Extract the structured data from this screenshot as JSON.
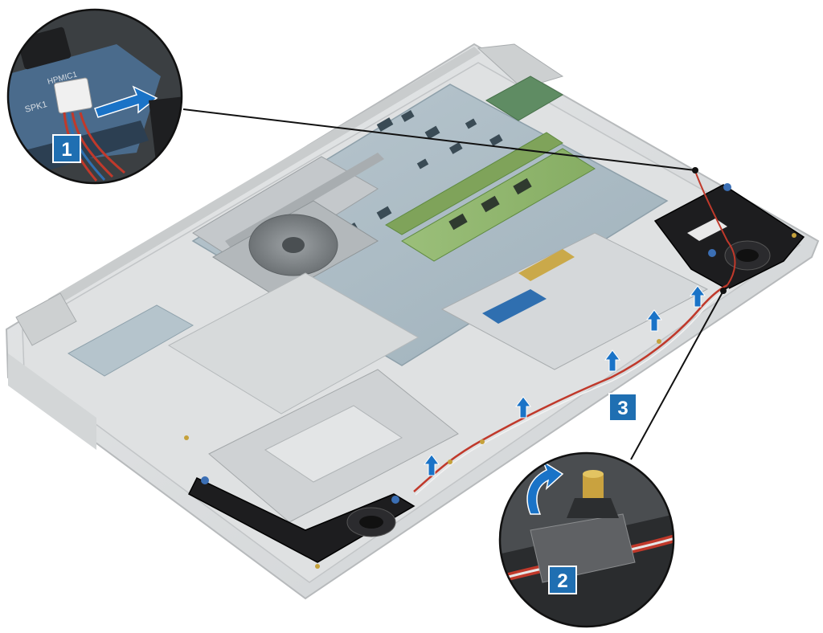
{
  "figure": {
    "description_free": true,
    "background": "#ffffff"
  },
  "steps": [
    {
      "number": "1"
    },
    {
      "number": "2"
    },
    {
      "number": "3"
    }
  ],
  "board_labels": {
    "inset_board_text": "SPK1",
    "inset_board_text_2": "HPMIC1"
  },
  "colors": {
    "callout_blue": "#1f6fb2",
    "callout_border": "#ffffff",
    "arrow_blue": "#1a73c7",
    "cable_red": "#c0392b",
    "cable_white": "#f2f2f2",
    "chassis": "#d9dbdc",
    "chassis_edge": "#b7babc",
    "board_green": "#7aa05a",
    "board_blue": "#6b8fb0",
    "speaker_black": "#1d1d1f",
    "leader_line": "#111111"
  }
}
